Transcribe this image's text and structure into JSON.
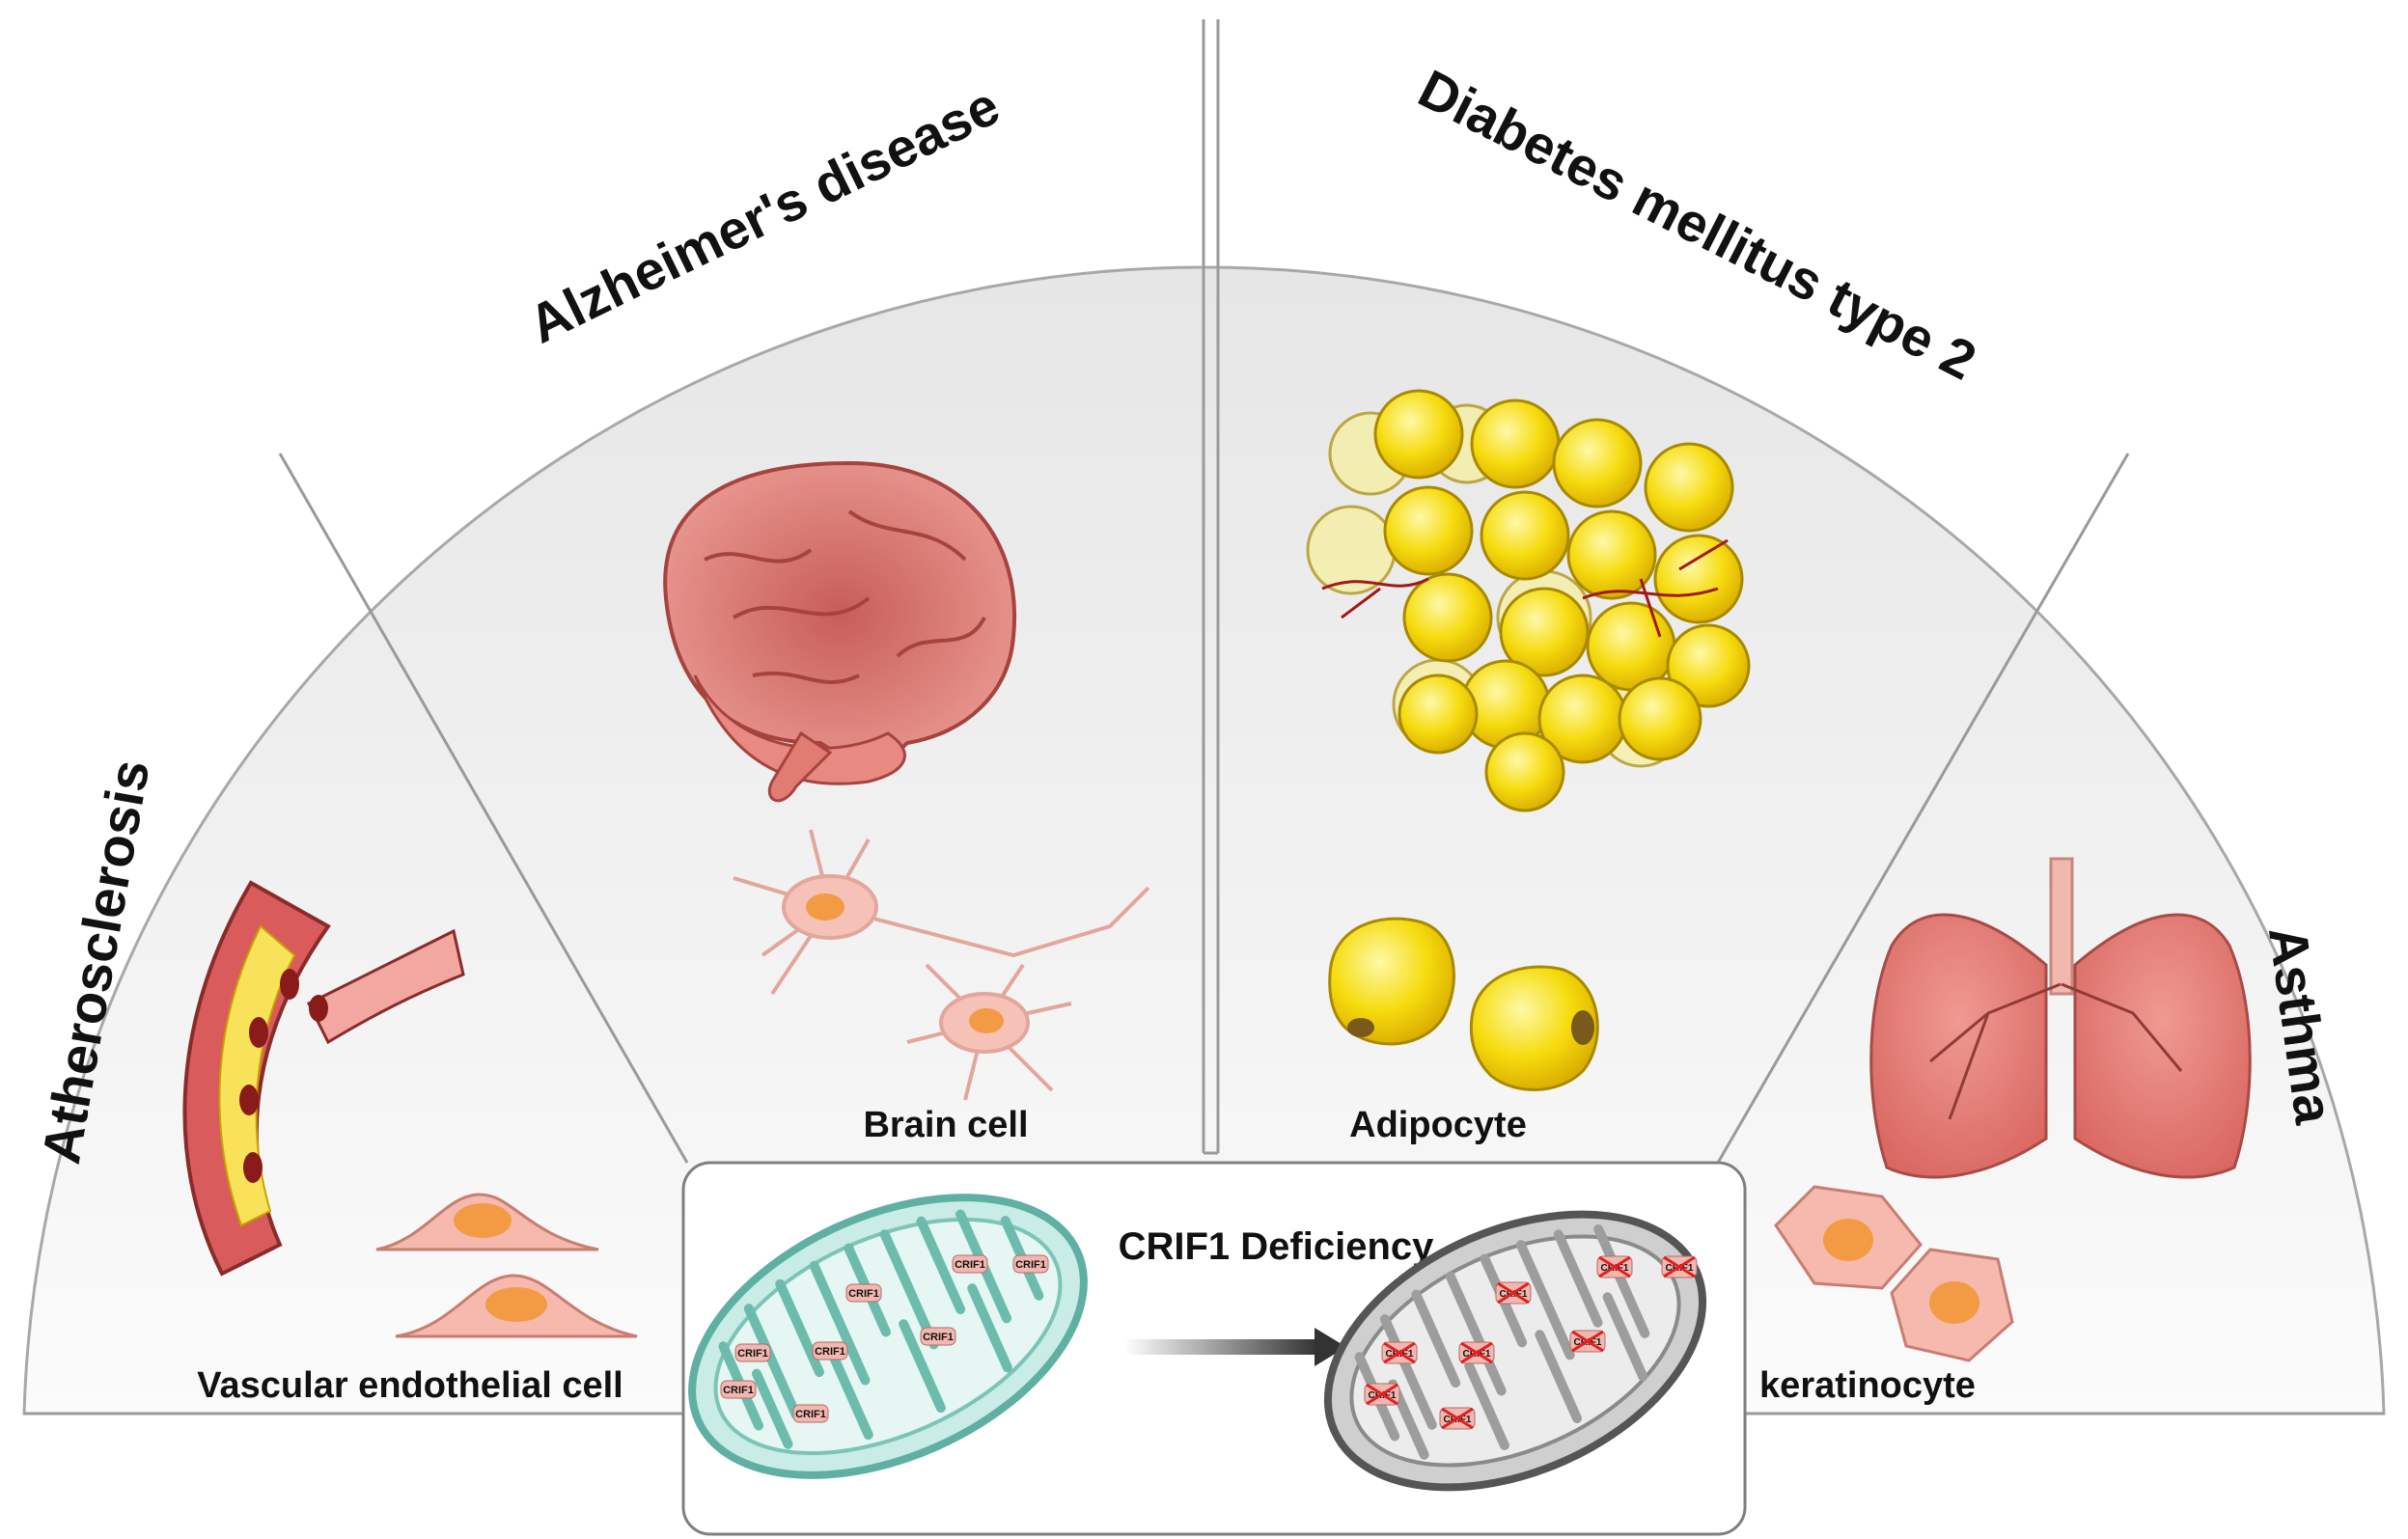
{
  "diseases": {
    "atherosclerosis": "Atherosclerosis",
    "alzheimers": "Alzheimer's disease",
    "diabetes": "Diabetes mellitus type 2",
    "asthma": "Asthma"
  },
  "cells": {
    "vascular": "Vascular endothelial cell",
    "brain": "Brain cell",
    "adipocyte": "Adipocyte",
    "keratinocyte": "keratinocyte"
  },
  "center": {
    "title": "CRIF1 Deficiency",
    "protein_label": "CRIF1"
  },
  "colors": {
    "panel_bg": "#f1f1f1",
    "divider": "#9a9a9a",
    "adipocyte": "#f6dc0e",
    "brain": "#e88a82",
    "lung": "#e07f7a",
    "mito_healthy": "#8fd4c8",
    "mito_deficient": "#b9b9b9"
  }
}
